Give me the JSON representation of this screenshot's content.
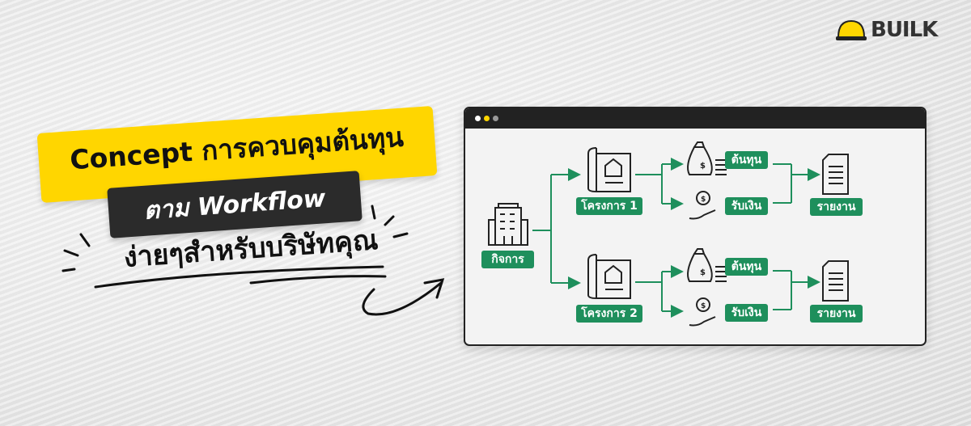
{
  "brand": {
    "logo_text": "BUILK",
    "logo_color": "#ffd600"
  },
  "headline": {
    "line1": "Concept การควบคุมต้นทุน",
    "line2": "ตาม Workflow",
    "line3": "ง่ายๆสำหรับบริษัทคุณ"
  },
  "colors": {
    "accent_yellow": "#ffd600",
    "green": "#1e8f5c",
    "dark": "#222222"
  },
  "diagram": {
    "root": {
      "label": "กิจการ",
      "icon": "building-icon"
    },
    "projects": [
      {
        "label": "โครงการ 1",
        "icon": "blueprint-icon",
        "cost": "ต้นทุน",
        "income": "รับเงิน",
        "report": "รายงาน"
      },
      {
        "label": "โครงการ 2",
        "icon": "blueprint-icon",
        "cost": "ต้นทุน",
        "income": "รับเงิน",
        "report": "รายงาน"
      }
    ]
  }
}
